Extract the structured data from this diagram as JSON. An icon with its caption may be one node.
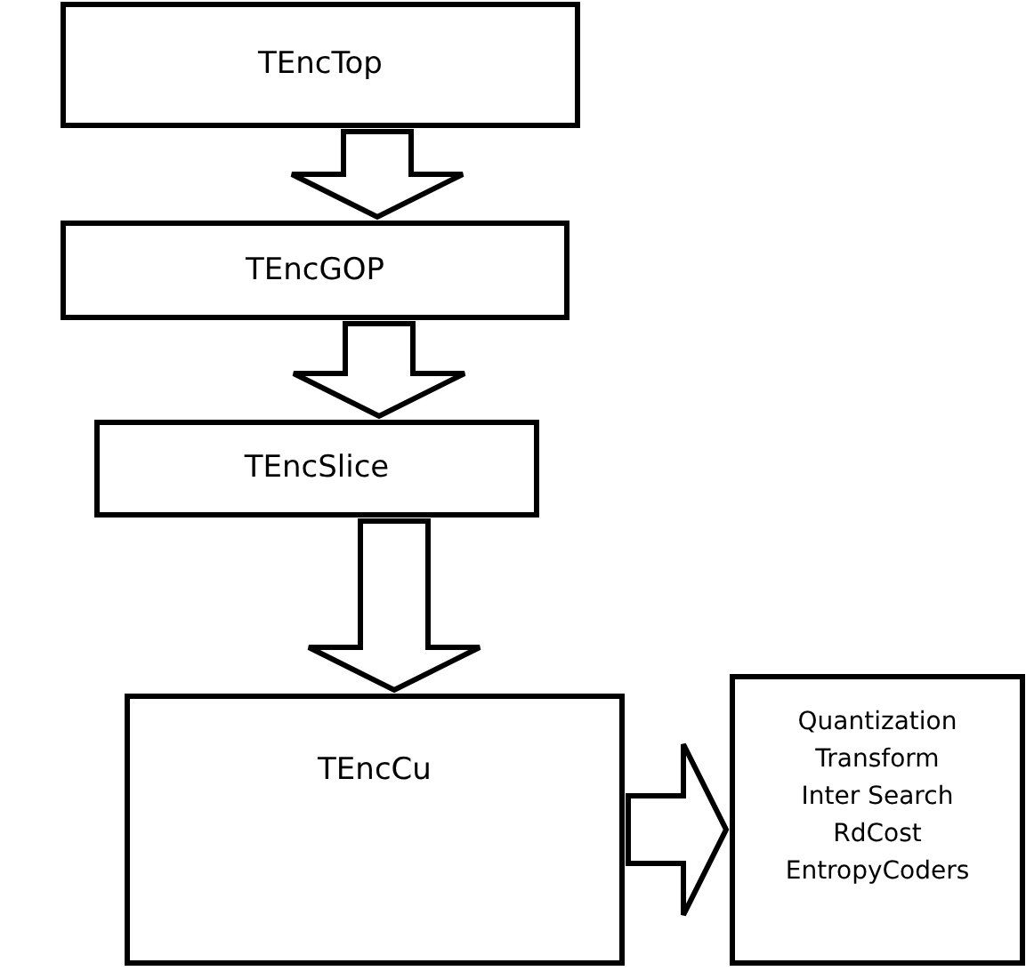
{
  "diagram": {
    "nodes": [
      {
        "text": [
          "TEncTop"
        ]
      },
      {
        "text": [
          "TEncGOP"
        ]
      },
      {
        "text": [
          "TEncSlice"
        ]
      },
      {
        "text": [
          "TEncCu"
        ]
      },
      {
        "text": [
          "Quantization",
          "Transform",
          "Inter Search",
          "RdCost",
          "EntropyCoders"
        ]
      }
    ],
    "edges": [
      {
        "from": 0,
        "to": 1,
        "arrow": "to"
      },
      {
        "from": 1,
        "to": 2,
        "arrow": "to"
      },
      {
        "from": 2,
        "to": 3,
        "arrow": "to"
      },
      {
        "from": 3,
        "to": 4,
        "arrow": "to"
      }
    ]
  }
}
